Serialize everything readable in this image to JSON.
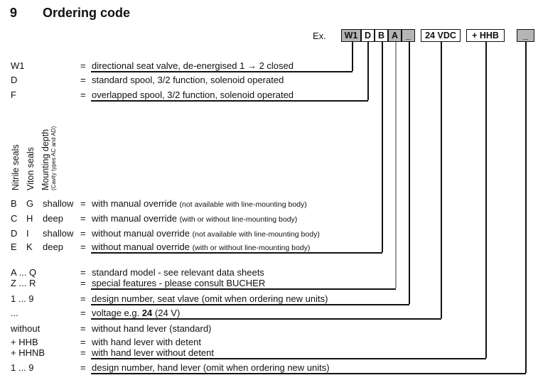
{
  "title": {
    "number": "9",
    "text": "Ordering code"
  },
  "example": {
    "label": "Ex.",
    "boxes": [
      {
        "text": "W1",
        "filled": true
      },
      {
        "text": "D",
        "filled": false
      },
      {
        "text": "B",
        "filled": false
      },
      {
        "text": "A",
        "filled": true
      },
      {
        "text": "_",
        "filled": true
      },
      {
        "text": "24 VDC",
        "filled": false
      },
      {
        "text": "+ HHB",
        "filled": false
      },
      {
        "text": "_",
        "filled": true
      }
    ]
  },
  "vertical_labels": [
    {
      "text": "Nitrile seals",
      "small": ""
    },
    {
      "text": "Viton seals",
      "small": ""
    },
    {
      "text": "Mounting depth",
      "small": "(Cavity types AC and AD)"
    }
  ],
  "equals_sign": "=",
  "rows": [
    {
      "label": "W1",
      "desc": "directional seat valve, de-energised 1 → 2 closed"
    },
    {
      "label": "D",
      "desc": "standard spool, 3/2 function, solenoid operated"
    },
    {
      "label": "F",
      "desc": "overlapped spool, 3/2 function, solenoid operated"
    },
    {
      "c1": "B",
      "c2": "G",
      "c3": "shallow",
      "desc": "with manual override ",
      "small": "(not available with line-mounting body)"
    },
    {
      "c1": "C",
      "c2": "H",
      "c3": "deep",
      "desc": "with manual override ",
      "small": "(with or without line-mounting body)"
    },
    {
      "c1": "D",
      "c2": "I",
      "c3": "shallow",
      "desc": "without manual override ",
      "small": "(not available with line-mounting body)"
    },
    {
      "c1": "E",
      "c2": "K",
      "c3": "deep",
      "desc": "without manual override ",
      "small": "(with or without line-mounting body)"
    },
    {
      "label": "A ... Q",
      "desc": "standard model - see relevant data sheets"
    },
    {
      "label": "Z ... R",
      "desc": "special features - please consult BUCHER"
    },
    {
      "label": "1 ... 9",
      "desc": "design number, seat vlave (omit when ordering new units)"
    },
    {
      "label": "...",
      "desc": "voltage e.g. ",
      "bold": "24",
      "desc2": " (24 V)"
    },
    {
      "label": "without",
      "desc": "without hand lever (standard)"
    },
    {
      "label": "+ HHB",
      "desc": "with hand lever with detent"
    },
    {
      "label": "+ HHNB",
      "desc": "with hand lever without detent"
    },
    {
      "label": "1 ... 9",
      "desc": "design number, hand lever (omit when ordering new units)"
    }
  ],
  "colors": {
    "text": "#111111",
    "line_black": "#111111",
    "line_gray": "#9a9a9a",
    "box_fill_gray": "#b5b5b5",
    "box_fill_white": "#ffffff"
  }
}
